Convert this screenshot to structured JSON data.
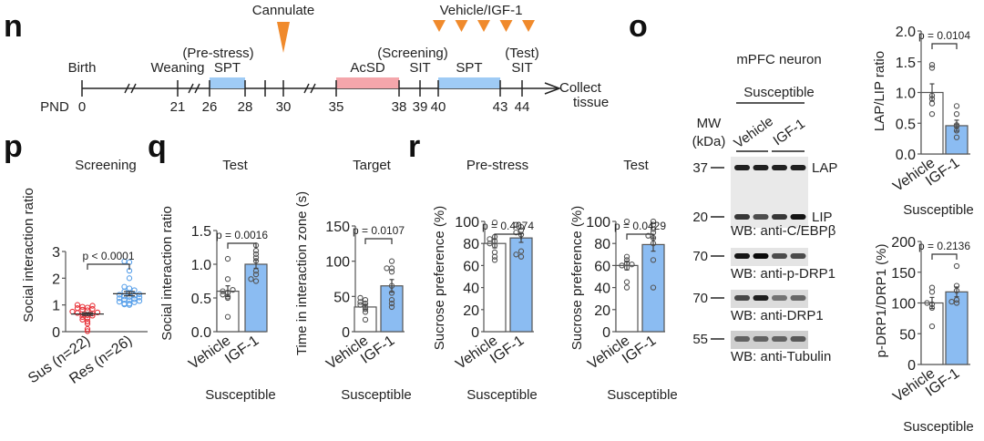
{
  "panels": {
    "n": {
      "letter": "n"
    },
    "o": {
      "letter": "o"
    },
    "p": {
      "letter": "p"
    },
    "q": {
      "letter": "q"
    },
    "r": {
      "letter": "r"
    }
  },
  "timeline": {
    "cannulate_label": "Cannulate",
    "treatment_label": "Vehicle/IGF-1",
    "prefix_label": "PND",
    "end_label_1": "Collect",
    "end_label_2": "tissue",
    "colors": {
      "arrow": "#f08a2c",
      "spt": "#9fcbf5",
      "acsd": "#f4a6ab"
    },
    "ticks": [
      {
        "day": "0",
        "above": "Birth"
      },
      {
        "day": "21",
        "above": "Weaning"
      },
      {
        "day": "26",
        "above": ""
      },
      {
        "day": "28",
        "above": ""
      },
      {
        "day": "30",
        "above": ""
      },
      {
        "day": "35",
        "above": ""
      },
      {
        "day": "38",
        "above": ""
      },
      {
        "day": "39",
        "above": "SIT"
      },
      {
        "day": "40",
        "above": ""
      },
      {
        "day": "43",
        "above": ""
      },
      {
        "day": "44",
        "above": "SIT"
      }
    ],
    "boxes": [
      {
        "name": "SPT",
        "sublabel": "(Pre-stress)",
        "from": "26",
        "to": "28",
        "kind": "spt"
      },
      {
        "name": "AcSD",
        "sublabel": "",
        "from": "35",
        "to": "38",
        "kind": "acsd"
      },
      {
        "name": "SPT",
        "sublabel": "",
        "from": "40",
        "to": "43",
        "kind": "spt"
      }
    ],
    "extra_labels": {
      "screening": "(Screening)",
      "test": "(Test)"
    },
    "treatment_days": 5
  },
  "western": {
    "title": "mPFC neuron",
    "group": "Susceptible",
    "lanes": [
      "Vehicle",
      "IGF-1"
    ],
    "mw_label_1": "MW",
    "mw_label_2": "(kDa)",
    "blots": [
      {
        "mw": [
          "37",
          "20"
        ],
        "bands": [
          "LAP",
          "LIP"
        ],
        "caption": "WB: anti-C/EBPβ"
      },
      {
        "mw": [
          "70"
        ],
        "bands": [],
        "caption": "WB: anti-p-DRP1"
      },
      {
        "mw": [
          "70"
        ],
        "bands": [],
        "caption": "WB: anti-DRP1"
      },
      {
        "mw": [
          "55"
        ],
        "bands": [],
        "caption": "WB: anti-Tubulin"
      }
    ]
  },
  "chart_data": [
    {
      "id": "p",
      "type": "scatter",
      "title": "Screening",
      "ylabel": "Social interaction ratio",
      "ylim": [
        0,
        3
      ],
      "yticks": [
        "0",
        "1",
        "2",
        "3"
      ],
      "categories": [
        "Sus (n=22)",
        "Res (n=26)"
      ],
      "group_label": "",
      "pvalue": "p < 0.0001",
      "series": [
        {
          "name": "Sus",
          "color": "#e8333a",
          "mean": 0.66,
          "sem": 0.05,
          "points": [
            0.02,
            0.1,
            0.3,
            0.38,
            0.45,
            0.5,
            0.55,
            0.6,
            0.62,
            0.65,
            0.68,
            0.7,
            0.72,
            0.75,
            0.8,
            0.82,
            0.85,
            0.88,
            0.9,
            0.93,
            0.97,
            1.0
          ]
        },
        {
          "name": "Res",
          "color": "#5aa1ea",
          "mean": 1.42,
          "sem": 0.08,
          "points": [
            1.0,
            1.02,
            1.05,
            1.05,
            1.1,
            1.12,
            1.15,
            1.18,
            1.2,
            1.22,
            1.25,
            1.28,
            1.3,
            1.32,
            1.35,
            1.38,
            1.4,
            1.45,
            1.5,
            1.55,
            1.62,
            1.68,
            2.0,
            2.28,
            2.6,
            2.63
          ]
        }
      ]
    },
    {
      "id": "q1",
      "type": "bar",
      "title": "Test",
      "ylabel": "Social interaction ratio",
      "ylim": [
        0,
        1.5
      ],
      "yticks": [
        "0.0",
        "0.5",
        "1.0",
        "1.5"
      ],
      "categories": [
        "Vehicle",
        "IGF-1"
      ],
      "group_label": "Susceptible",
      "pvalue": "p = 0.0016",
      "series": [
        {
          "name": "Vehicle",
          "fill": "#ffffff",
          "mean": 0.6,
          "sem": 0.08,
          "points": [
            0.22,
            0.5,
            0.52,
            0.55,
            0.58,
            0.6,
            0.62,
            0.78,
            1.08
          ]
        },
        {
          "name": "IGF-1",
          "fill": "#8bbcf2",
          "mean": 1.0,
          "sem": 0.06,
          "points": [
            0.75,
            0.78,
            0.85,
            0.9,
            1.05,
            1.1,
            1.15,
            1.2,
            1.28
          ]
        }
      ]
    },
    {
      "id": "q2",
      "type": "bar",
      "title": "Target",
      "ylabel": "Time in interaction zone (s)",
      "ylim": [
        0,
        150
      ],
      "yticks": [
        "0",
        "50",
        "100",
        "150"
      ],
      "categories": [
        "Vehicle",
        "IGF-1"
      ],
      "group_label": "Susceptible",
      "pvalue": "p = 0.0107",
      "series": [
        {
          "name": "Vehicle",
          "fill": "#ffffff",
          "mean": 35,
          "sem": 4,
          "points": [
            17,
            28,
            32,
            35,
            38,
            40,
            42,
            45,
            48
          ]
        },
        {
          "name": "IGF-1",
          "fill": "#8bbcf2",
          "mean": 65,
          "sem": 9,
          "points": [
            35,
            40,
            45,
            55,
            65,
            85,
            90,
            90,
            100
          ]
        }
      ]
    },
    {
      "id": "r1",
      "type": "bar",
      "title": "Pre-stress",
      "ylabel": "Sucrose preference (%)",
      "ylim": [
        0,
        100
      ],
      "yticks": [
        "0",
        "20",
        "40",
        "60",
        "80",
        "100"
      ],
      "categories": [
        "Vehicle",
        "IGF-1"
      ],
      "group_label": "Susceptible",
      "pvalue": "p = 0.4074",
      "series": [
        {
          "name": "Vehicle",
          "fill": "#ffffff",
          "mean": 80,
          "sem": 4,
          "points": [
            65,
            68,
            72,
            78,
            80,
            82,
            84,
            86,
            99
          ]
        },
        {
          "name": "IGF-1",
          "fill": "#8bbcf2",
          "mean": 85,
          "sem": 4,
          "points": [
            68,
            70,
            73,
            88,
            90,
            92,
            95,
            97
          ]
        }
      ]
    },
    {
      "id": "r2",
      "type": "bar",
      "title": "Test",
      "ylabel": "Sucrose preference (%)",
      "ylim": [
        0,
        100
      ],
      "yticks": [
        "0",
        "20",
        "40",
        "60",
        "80",
        "100"
      ],
      "categories": [
        "Vehicle",
        "IGF-1"
      ],
      "group_label": "Susceptible",
      "pvalue": "p = 0.0429",
      "series": [
        {
          "name": "Vehicle",
          "fill": "#ffffff",
          "mean": 60,
          "sem": 4,
          "points": [
            40,
            45,
            58,
            60,
            61,
            62,
            65,
            68,
            100
          ]
        },
        {
          "name": "IGF-1",
          "fill": "#8bbcf2",
          "mean": 79,
          "sem": 6,
          "points": [
            40,
            65,
            80,
            85,
            87,
            90,
            93,
            97,
            100
          ]
        }
      ]
    },
    {
      "id": "o1",
      "type": "bar",
      "title": "",
      "ylabel": "LAP/LIP ratio",
      "ylim": [
        0,
        2.0
      ],
      "yticks": [
        "0.0",
        "0.5",
        "1.0",
        "1.5",
        "2.0"
      ],
      "categories": [
        "Vehicle",
        "IGF-1"
      ],
      "group_label": "Susceptible",
      "pvalue": "p = 0.0104",
      "series": [
        {
          "name": "Vehicle",
          "fill": "#ffffff",
          "mean": 1.0,
          "sem": 0.14,
          "points": [
            0.65,
            0.82,
            0.9,
            0.95,
            1.4,
            1.45
          ]
        },
        {
          "name": "IGF-1",
          "fill": "#8bbcf2",
          "mean": 0.46,
          "sem": 0.09,
          "points": [
            0.27,
            0.38,
            0.45,
            0.47,
            0.65,
            0.78
          ]
        }
      ]
    },
    {
      "id": "o2",
      "type": "bar",
      "title": "",
      "ylabel": "p-DRP1/DRP1 (%)",
      "ylim": [
        0,
        200
      ],
      "yticks": [
        "0",
        "50",
        "100",
        "150",
        "200"
      ],
      "categories": [
        "Vehicle",
        "IGF-1"
      ],
      "group_label": "Susceptible",
      "pvalue": "p = 0.2136",
      "series": [
        {
          "name": "Vehicle",
          "fill": "#ffffff",
          "mean": 100,
          "sem": 9,
          "points": [
            62,
            92,
            98,
            100,
            118,
            125
          ]
        },
        {
          "name": "IGF-1",
          "fill": "#8bbcf2",
          "mean": 118,
          "sem": 8,
          "points": [
            100,
            102,
            105,
            120,
            128,
            160
          ]
        }
      ]
    }
  ]
}
